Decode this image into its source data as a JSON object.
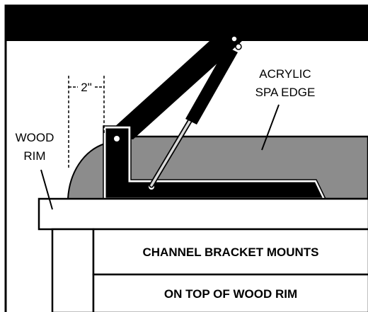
{
  "labels": {
    "dimension": "2\"",
    "acrylic_line1": "ACRYLIC",
    "acrylic_line2": "SPA EDGE",
    "wood_line1": "WOOD",
    "wood_line2": "RIM",
    "banner1": "CHANNEL BRACKET MOUNTS",
    "banner2": "ON TOP OF WOOD RIM"
  },
  "colors": {
    "ink": "#000000",
    "paper": "#ffffff",
    "acrylic_gray": "#8c8c8c",
    "strut_silver": "#d9d9d9"
  }
}
